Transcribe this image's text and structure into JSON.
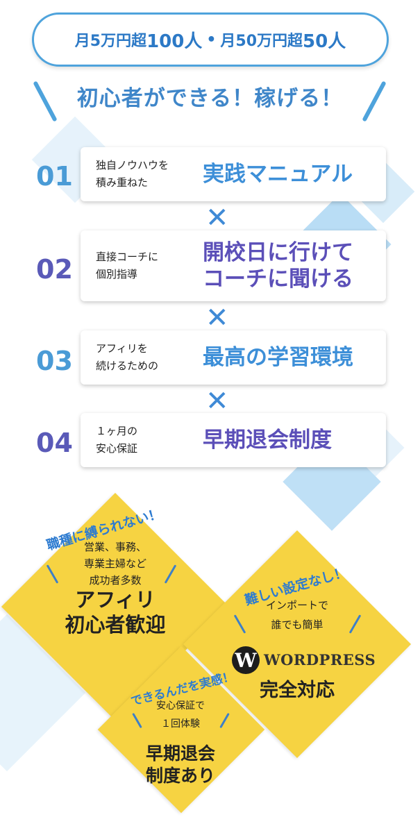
{
  "banner": {
    "part1_small": "月5万円超",
    "part1_big": "100人",
    "dot": "•",
    "part2_small": "月50万円超",
    "part2_big": "50人"
  },
  "headline": "初心者ができる！稼げる！",
  "features": [
    {
      "num": "01",
      "sub": "独自ノウハウを\n積み重ねた",
      "main": "実践マニュアル"
    },
    {
      "num": "02",
      "sub": "直接コーチに\n個別指導",
      "main": "開校日に行けて\nコーチに聞ける"
    },
    {
      "num": "03",
      "sub": "アフィリを\n続けるための",
      "main": "最高の学習環境"
    },
    {
      "num": "04",
      "sub": "１ヶ月の\n安心保証",
      "main": "早期退会制度"
    }
  ],
  "multiply": "✕",
  "diamonds": [
    {
      "ribbon": "職種に縛られない！",
      "lines": [
        "営業、事務、",
        "専業主婦など",
        "成功者多数"
      ],
      "main": [
        "アフィリ",
        "初心者歓迎"
      ]
    },
    {
      "ribbon": "難しい設定なし！",
      "lines": [
        "インポートで",
        "誰でも簡単"
      ],
      "logo_letter": "W",
      "logo_text": "WORDPRESS",
      "main": [
        "完全対応"
      ]
    },
    {
      "ribbon": "できるんだを実感！",
      "lines": [
        "安心保証で",
        "１回体験"
      ],
      "main": [
        "早期退会",
        "制度あり"
      ]
    }
  ],
  "colors": {
    "blue_num": "#4a9bd6",
    "purple_num": "#5a5ab8",
    "blue_text": "#3d8fd8",
    "purple_text": "#5b4fb8",
    "yellow": "#f6d342",
    "light_blue": "#cfe8f8"
  }
}
